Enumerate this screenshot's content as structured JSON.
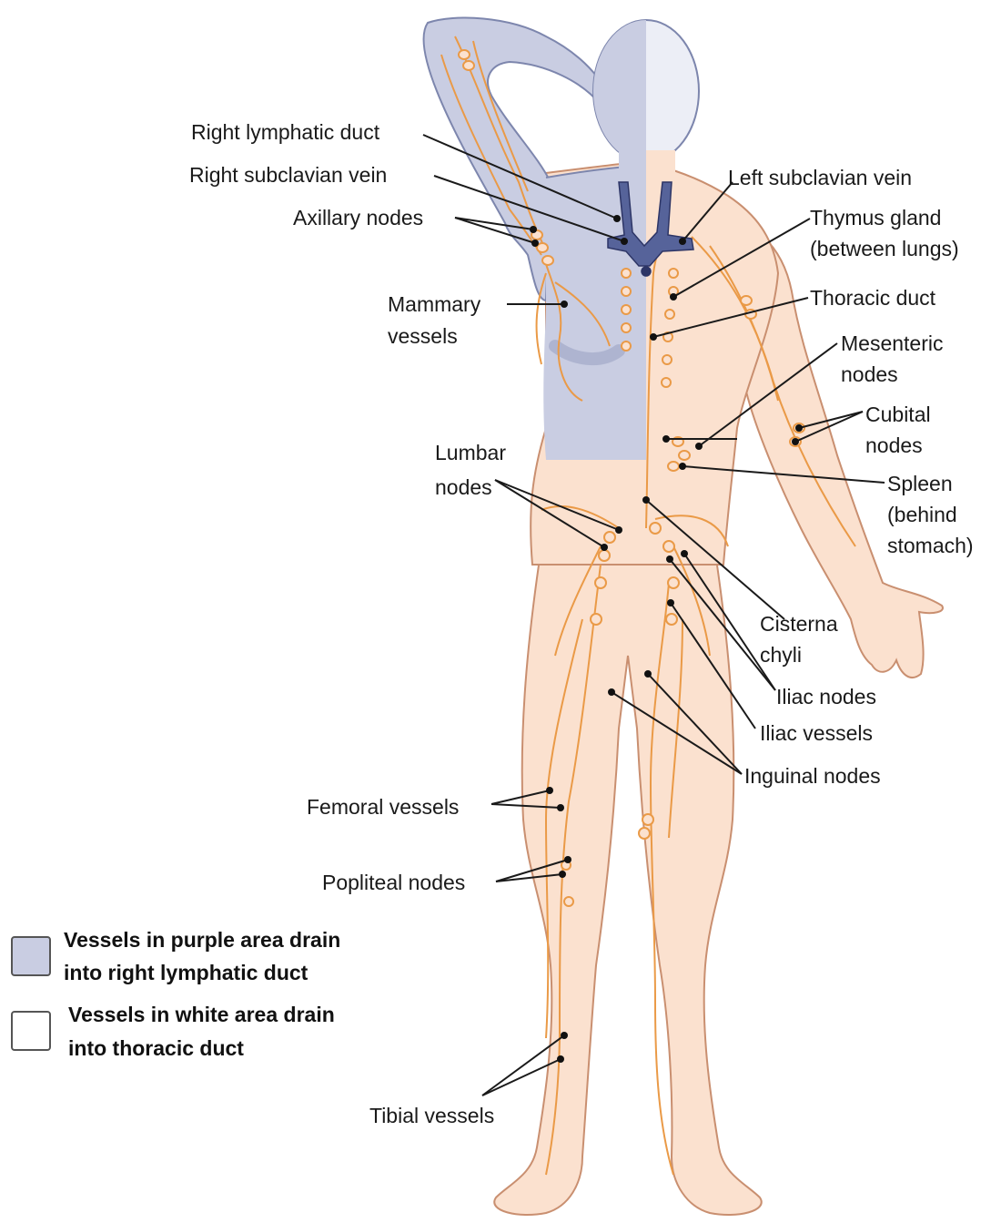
{
  "colors": {
    "skin": "#fbe1cf",
    "skin_edge": "#c98f70",
    "purple_area": "#c9cde2",
    "purple_edge": "#7d86ad",
    "lymph": "#ea9a47",
    "vein": "#56639a",
    "leader": "#1a1a1a"
  },
  "labels": {
    "right_lymphatic_duct": "Right lymphatic duct",
    "right_subclavian_vein": "Right subclavian vein",
    "axillary_nodes": "Axillary nodes",
    "mammary_vessels_1": "Mammary",
    "mammary_vessels_2": "vessels",
    "lumbar_nodes_1": "Lumbar",
    "lumbar_nodes_2": "nodes",
    "femoral_vessels": "Femoral vessels",
    "popliteal_nodes": "Popliteal nodes",
    "tibial_vessels": "Tibial vessels",
    "left_subclavian_vein": "Left subclavian vein",
    "thymus_gland_1": "Thymus gland",
    "thymus_gland_2": "(between lungs)",
    "thoracic_duct": "Thoracic duct",
    "mesenteric_nodes_1": "Mesenteric",
    "mesenteric_nodes_2": "nodes",
    "cubital_nodes_1": "Cubital",
    "cubital_nodes_2": "nodes",
    "spleen_1": "Spleen",
    "spleen_2": "(behind",
    "spleen_3": "stomach)",
    "cisterna_chyli_1": "Cisterna",
    "cisterna_chyli_2": "chyli",
    "iliac_nodes": "Iliac nodes",
    "iliac_vessels": "Iliac vessels",
    "inguinal_nodes": "Inguinal nodes"
  },
  "legend": {
    "purple_line1": "Vessels in purple area drain",
    "purple_line2": "into right lymphatic duct",
    "white_line1": "Vessels in white area drain",
    "white_line2": "into thoracic duct"
  }
}
